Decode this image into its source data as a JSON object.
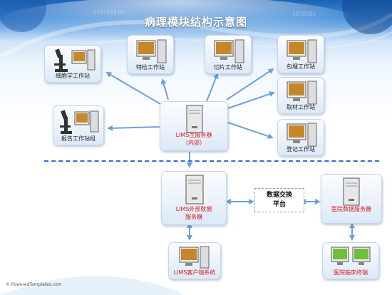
{
  "title": "病理模块结构示意图",
  "nodes": {
    "cytology": "细胞学工作站",
    "special_stain": "特检工作站",
    "sectioning": "切片工作站",
    "embedding": "包埋工作站",
    "grossing": "取材工作站",
    "registration": "登记工作站",
    "report_group": "报告工作站组",
    "main_server_line1": "LIMS主服务器",
    "main_server_line2": "（内部）",
    "ext_server_line1": "LIMS外部数据",
    "ext_server_line2": "服务器",
    "exchange_line1": "数据交换",
    "exchange_line2": "平台",
    "hospital_server": "医院数据服务器",
    "lims_client": "LIMS客户端系统",
    "clinical_terminal": "医院临床终端"
  },
  "footer": {
    "brand": "© PoweredTemplates.com"
  },
  "colors": {
    "title": "#ffffff",
    "arrow": "#6f9fdc",
    "red_label": "#d81b1b",
    "dash": "#2f6fcf"
  },
  "icons": [
    "pc-icon",
    "microscope-icon",
    "server-icon",
    "monitor-icon"
  ]
}
